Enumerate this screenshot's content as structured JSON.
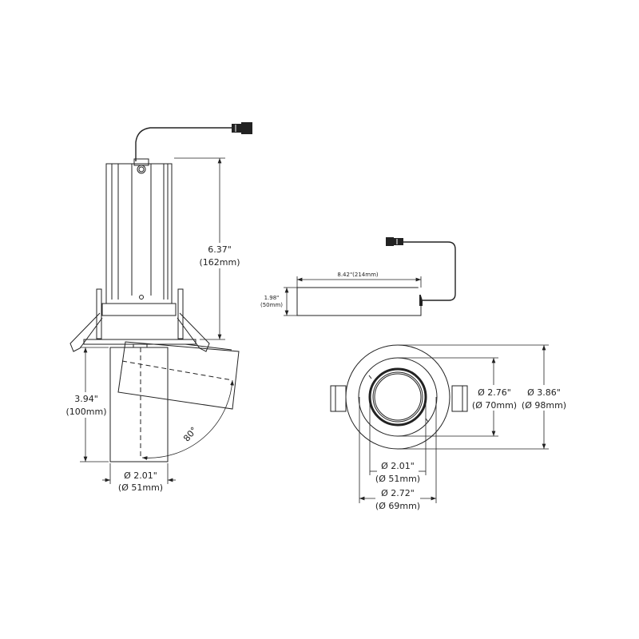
{
  "side_view": {
    "height_in": "6.37\"",
    "height_mm": "(162mm)",
    "trim_height_in": "3.94\"",
    "trim_height_mm": "(100mm)",
    "diameter_in": "Ø 2.01\"",
    "diameter_mm": "(Ø 51mm)",
    "tilt_angle": "80°"
  },
  "driver_view": {
    "length": "8.42\"(214mm)",
    "height_in": "1.98\"",
    "height_mm": "(50mm)"
  },
  "front_view": {
    "cutout_in": "Ø 2.76\"",
    "cutout_mm": "(Ø 70mm)",
    "outer_in": "Ø 3.86\"",
    "outer_mm": "(Ø 98mm)",
    "aperture_in": "Ø 2.01\"",
    "aperture_mm": "(Ø 51mm)",
    "trim_in": "Ø 2.72\"",
    "trim_mm": "(Ø 69mm)"
  }
}
